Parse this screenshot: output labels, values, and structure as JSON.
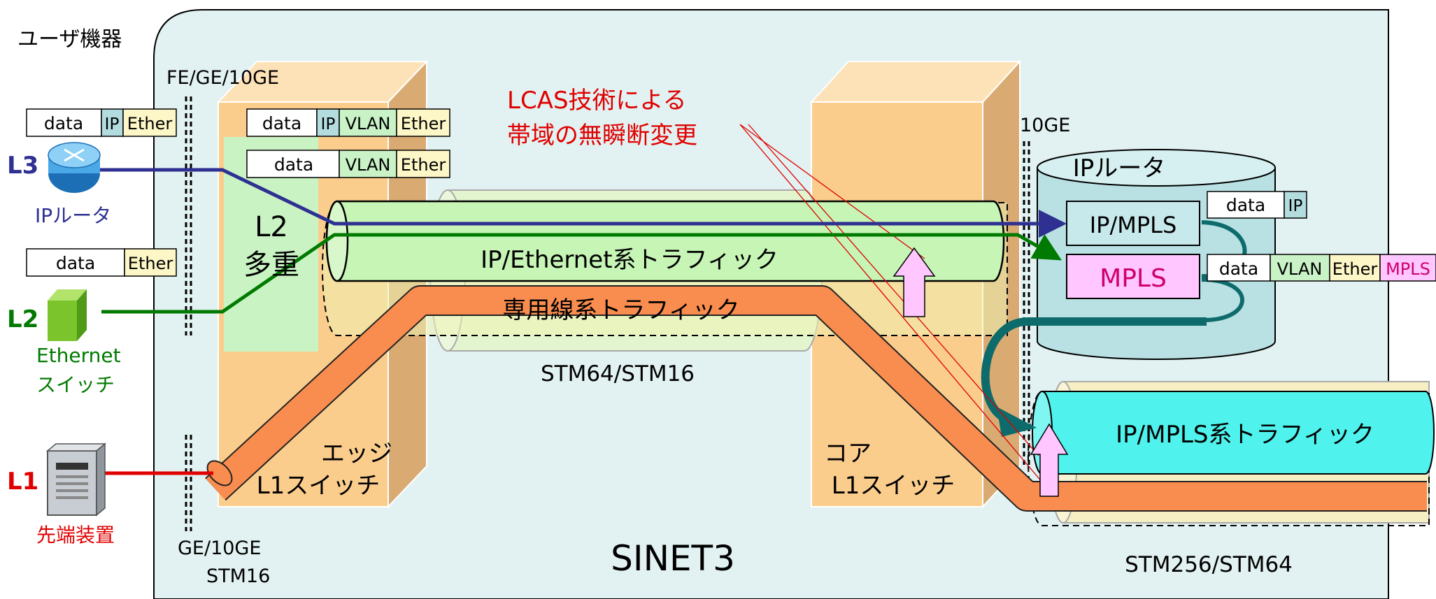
{
  "user_equipment_label": "ユーザ機器",
  "interface_labels": {
    "top_left": "FE/GE/10GE",
    "bottom_left_line1": "GE/10GE",
    "bottom_left_line2": "STM16",
    "right": "10GE"
  },
  "layers": {
    "l3": {
      "tag": "L3",
      "device": "IPルータ",
      "color": "#2e3092"
    },
    "l2": {
      "tag": "L2",
      "device_line1": "Ethernet",
      "device_line2": "スイッチ",
      "color": "#007a00"
    },
    "l1": {
      "tag": "L1",
      "device": "先端装置",
      "color": "#e00000"
    }
  },
  "frames": {
    "user_l3": {
      "data": "data",
      "ip": "IP",
      "ether": "Ether"
    },
    "user_l2": {
      "data": "data",
      "ether": "Ether"
    },
    "edge_l3": {
      "data": "data",
      "ip": "IP",
      "vlan": "VLAN",
      "ether": "Ether"
    },
    "edge_l2": {
      "data": "data",
      "vlan": "VLAN",
      "ether": "Ether"
    },
    "router_ip": {
      "data": "data",
      "ip": "IP"
    },
    "router_mpls": {
      "data": "data",
      "vlan": "VLAN",
      "ether": "Ether",
      "mpls": "MPLS"
    }
  },
  "l2_mux": {
    "line1": "L2",
    "line2": "多重"
  },
  "edge_switch": {
    "line1": "エッジ",
    "line2": "L1スイッチ"
  },
  "core_switch": {
    "line1": "コア",
    "line2": "L1スイッチ"
  },
  "lcas_note": {
    "line1": "LCAS技術による",
    "line2": "帯域の無瞬断変更"
  },
  "traffic": {
    "ip_ethernet": "IP/Ethernet系トラフィック",
    "leased_line": "専用線系トラフィック",
    "ip_mpls": "IP/MPLS系トラフィック"
  },
  "links": {
    "middle": "STM64/STM16",
    "right": "STM256/STM64"
  },
  "ip_router": {
    "title": "IPルータ",
    "ip_mpls": "IP/MPLS",
    "mpls": "MPLS"
  },
  "network_name": "SINET3",
  "colors": {
    "cloud_bg": "#e2f1f1",
    "switch_face": "#fbcd8d",
    "l2_mux": "#c9f3c3",
    "pipe_fill": "#c6f5b6",
    "leased_pipe": "#f98d4f",
    "mpls_pipe": "#4ff2ec",
    "router_body": "#b9e0e3",
    "mpls_box": "#ffc6ff",
    "ip_cell": "#b3dcdf",
    "vlan_cell": "#c9f2c6",
    "ether_cell": "#fdf7c7",
    "lcas_text": "#e00000",
    "teal_arrow": "#0e6b6b"
  }
}
